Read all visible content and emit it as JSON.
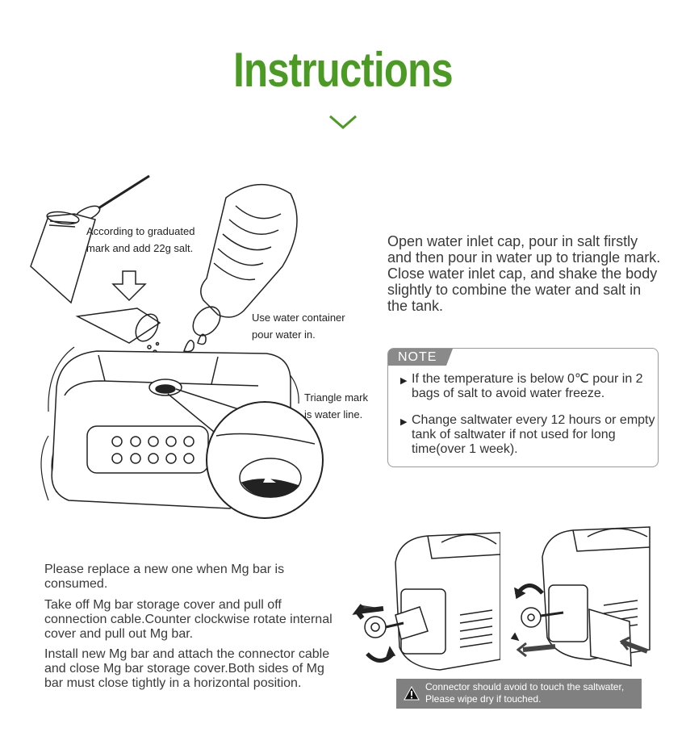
{
  "header": {
    "title": "Instructions"
  },
  "icons": {
    "chevron": "chevron-down-icon",
    "warning": "warning-triangle-icon"
  },
  "colors": {
    "title_green": "#4a9a24",
    "note_tab": "#8a8a8a",
    "warning_bg": "#808080"
  },
  "illustration_labels": {
    "salt": [
      "According to graduated",
      "mark and add 22g salt."
    ],
    "water": [
      "Use water container",
      "pour water in."
    ],
    "triangle": [
      "Triangle mark",
      "is water line."
    ]
  },
  "main_text": "Open water inlet cap, pour in salt firstly and then pour in water up to triangle mark. Close water inlet cap, and shake the body slightly to combine the water and salt in the tank.",
  "note": {
    "label": "NOTE",
    "items": [
      "If the temperature is below 0℃ pour in 2 bags of salt to avoid water freeze.",
      "Change saltwater every 12 hours or empty tank of saltwater if not used for long time(over 1 week)."
    ]
  },
  "mg_bar": {
    "paragraphs": [
      "Please replace a new one when Mg bar is consumed.",
      "Take off Mg bar storage cover and pull off connection cable.Counter clockwise rotate internal cover and pull out Mg bar.",
      "Install new Mg bar and attach the connector cable and close Mg bar storage cover.Both sides of Mg bar must close tightly in a horizontal position."
    ]
  },
  "warning": {
    "text": "Connector should avoid to touch the saltwater, Please wipe dry if touched."
  }
}
